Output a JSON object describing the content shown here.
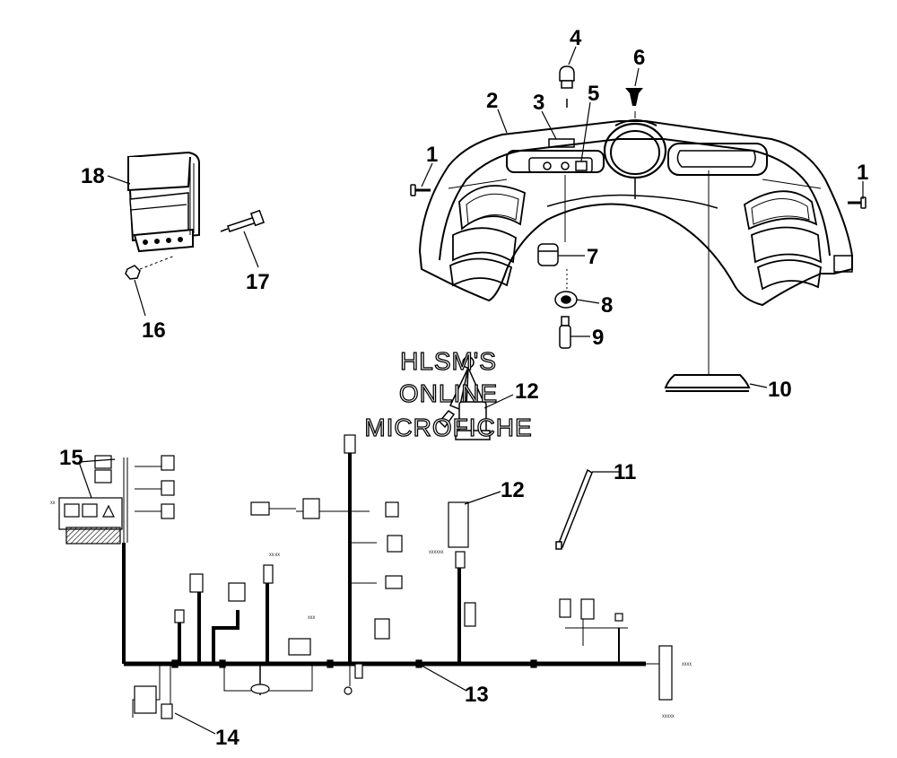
{
  "callouts": {
    "c1a": "1",
    "c1b": "1",
    "c2": "2",
    "c3": "3",
    "c4": "4",
    "c5": "5",
    "c6": "6",
    "c7": "7",
    "c8": "8",
    "c9": "9",
    "c10": "10",
    "c11": "11",
    "c12a": "12",
    "c12b": "12",
    "c13": "13",
    "c14": "14",
    "c15": "15",
    "c16": "16",
    "c17": "17",
    "c18": "18"
  },
  "watermark": {
    "line1": "HLSM'S",
    "line2": "ONLINE",
    "line3": "MICROFICHE"
  },
  "colors": {
    "ink": "#000000",
    "paper": "#ffffff",
    "hatch": "#555555"
  }
}
